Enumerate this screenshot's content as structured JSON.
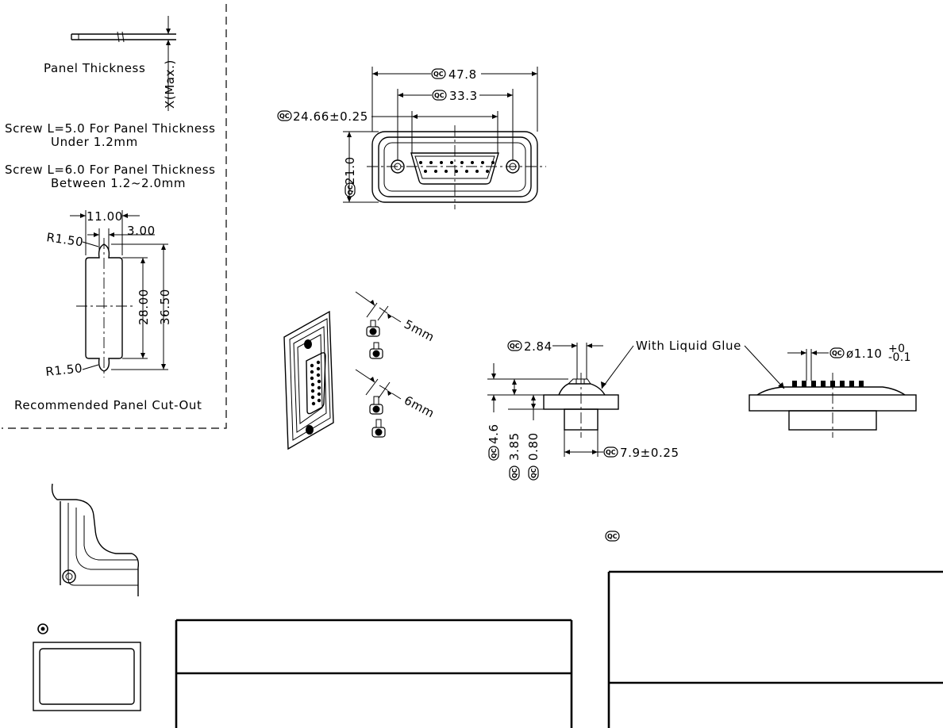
{
  "panel_thickness": {
    "label": "Panel Thickness",
    "x_max_label": "X(Max.)"
  },
  "screw_notes": {
    "line1a": "Screw L=5.0 For Panel Thickness",
    "line1b": "Under 1.2mm",
    "line2a": "Screw L=6.0 For Panel Thickness",
    "line2b": "Between 1.2~2.0mm"
  },
  "cutout": {
    "dim_width": "11.00",
    "dim_3": "3.00",
    "radius_top": "R1.50",
    "radius_bottom": "R1.50",
    "dim_28": "28.00",
    "dim_36": "36.50",
    "label": "Recommended Panel Cut-Out"
  },
  "front_view": {
    "dim_overall": "47.8",
    "dim_holes": "33.3",
    "dim_shell": "24.66±0.25",
    "dim_height": "21.0"
  },
  "iso_view": {
    "screw_5": "5mm",
    "screw_6": "6mm"
  },
  "side_view": {
    "dim_284": "2.84",
    "glue_label": "With Liquid Glue",
    "dim_46": "4.6",
    "dim_385": "3.85",
    "dim_080": "0.80",
    "dim_79": "7.9±0.25"
  },
  "pin_view": {
    "dim_dia": "ø1.10",
    "tol_upper": "+0",
    "tol_lower": "-0.1"
  },
  "symbols": {
    "qc": "QC"
  },
  "colors": {
    "line": "#000000",
    "background": "#ffffff"
  }
}
